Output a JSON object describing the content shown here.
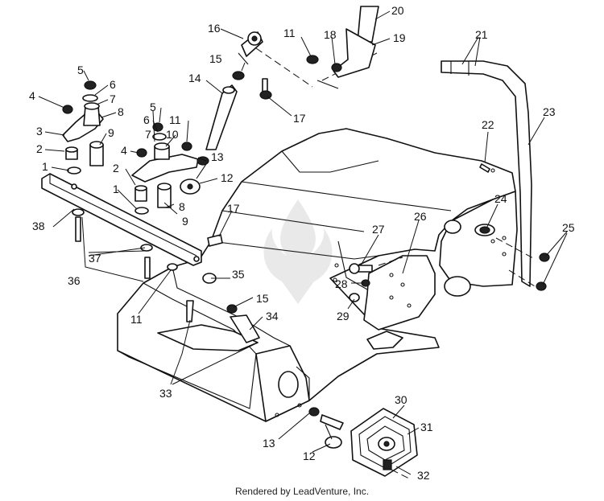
{
  "diagram": {
    "callouts": [
      {
        "id": "c1a",
        "label": "1"
      },
      {
        "id": "c1b",
        "label": "1"
      },
      {
        "id": "c2a",
        "label": "2"
      },
      {
        "id": "c2b",
        "label": "2"
      },
      {
        "id": "c3",
        "label": "3"
      },
      {
        "id": "c4a",
        "label": "4"
      },
      {
        "id": "c4b",
        "label": "4"
      },
      {
        "id": "c5a",
        "label": "5"
      },
      {
        "id": "c5b",
        "label": "5"
      },
      {
        "id": "c6a",
        "label": "6"
      },
      {
        "id": "c6b",
        "label": "6"
      },
      {
        "id": "c7a",
        "label": "7"
      },
      {
        "id": "c7b",
        "label": "7"
      },
      {
        "id": "c8a",
        "label": "8"
      },
      {
        "id": "c8b",
        "label": "8"
      },
      {
        "id": "c9a",
        "label": "9"
      },
      {
        "id": "c9b",
        "label": "9"
      },
      {
        "id": "c10",
        "label": "10"
      },
      {
        "id": "c11a",
        "label": "11"
      },
      {
        "id": "c11b",
        "label": "11"
      },
      {
        "id": "c11c",
        "label": "11"
      },
      {
        "id": "c12a",
        "label": "12"
      },
      {
        "id": "c12b",
        "label": "12"
      },
      {
        "id": "c13a",
        "label": "13"
      },
      {
        "id": "c13b",
        "label": "13"
      },
      {
        "id": "c14",
        "label": "14"
      },
      {
        "id": "c15a",
        "label": "15"
      },
      {
        "id": "c15b",
        "label": "15"
      },
      {
        "id": "c16",
        "label": "16"
      },
      {
        "id": "c17a",
        "label": "17"
      },
      {
        "id": "c17b",
        "label": "17"
      },
      {
        "id": "c18",
        "label": "18"
      },
      {
        "id": "c19",
        "label": "19"
      },
      {
        "id": "c20",
        "label": "20"
      },
      {
        "id": "c21",
        "label": "21"
      },
      {
        "id": "c22",
        "label": "22"
      },
      {
        "id": "c23",
        "label": "23"
      },
      {
        "id": "c24",
        "label": "24"
      },
      {
        "id": "c25",
        "label": "25"
      },
      {
        "id": "c26",
        "label": "26"
      },
      {
        "id": "c27",
        "label": "27"
      },
      {
        "id": "c28",
        "label": "28"
      },
      {
        "id": "c29",
        "label": "29"
      },
      {
        "id": "c30",
        "label": "30"
      },
      {
        "id": "c31",
        "label": "31"
      },
      {
        "id": "c32",
        "label": "32"
      },
      {
        "id": "c33",
        "label": "33"
      },
      {
        "id": "c34",
        "label": "34"
      },
      {
        "id": "c35",
        "label": "35"
      },
      {
        "id": "c36",
        "label": "36"
      },
      {
        "id": "c37",
        "label": "37"
      },
      {
        "id": "c38",
        "label": "38"
      }
    ]
  },
  "credit": "Rendered by LeadVenture, Inc."
}
